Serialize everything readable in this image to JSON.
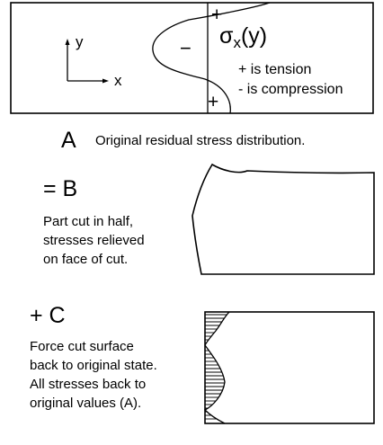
{
  "panel_a": {
    "y_axis_label": "y",
    "x_axis_label": "x",
    "sigma_main": "σ",
    "sigma_sub": "x",
    "sigma_arg": "(y)",
    "plus_top": "+",
    "minus_mid": "−",
    "plus_bottom": "+",
    "legend_line1": "+ is tension",
    "legend_line2": "- is compression",
    "letter": "A",
    "caption": "Original residual stress distribution."
  },
  "panel_b": {
    "heading": "= B",
    "line1": "Part cut in half,",
    "line2": "stresses relieved",
    "line3": "on face of cut."
  },
  "panel_c": {
    "heading": "+ C",
    "line1": "Force cut surface",
    "line2": "back to original state.",
    "line3": "All stresses back to",
    "line4": "original values (A)."
  }
}
